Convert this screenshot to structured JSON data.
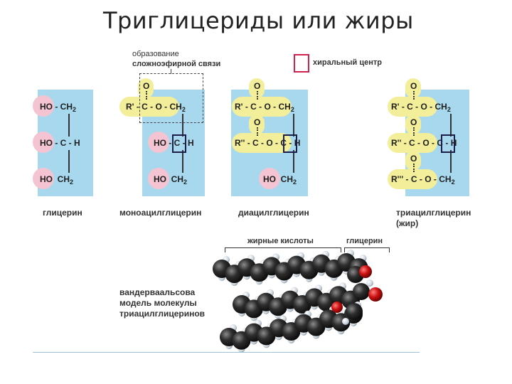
{
  "title": "Триглицериды или жиры",
  "annotation": [
    "образование",
    "сложноэфирной связи"
  ],
  "legend_chiral": "хиральный центр",
  "labels": {
    "glycerol": "глицерин",
    "mono": "моноацилглицерин",
    "di": "диацилглицерин",
    "tri": "триацилглицерин",
    "tri_sub": "(жир)"
  },
  "bottom": {
    "fatty_acids": "жирные кислоты",
    "glycerol": "глицерин",
    "vdw": [
      "вандерваальсова",
      "модель молекулы",
      "триацилглицеринов"
    ]
  },
  "colors": {
    "panel": "#a8d8ee",
    "hydroxyl": "#f4c4d2",
    "acyl": "#f3ee9a",
    "oxygen_atom": "#cc1111",
    "carbon_atom": "#1a1a1a"
  }
}
